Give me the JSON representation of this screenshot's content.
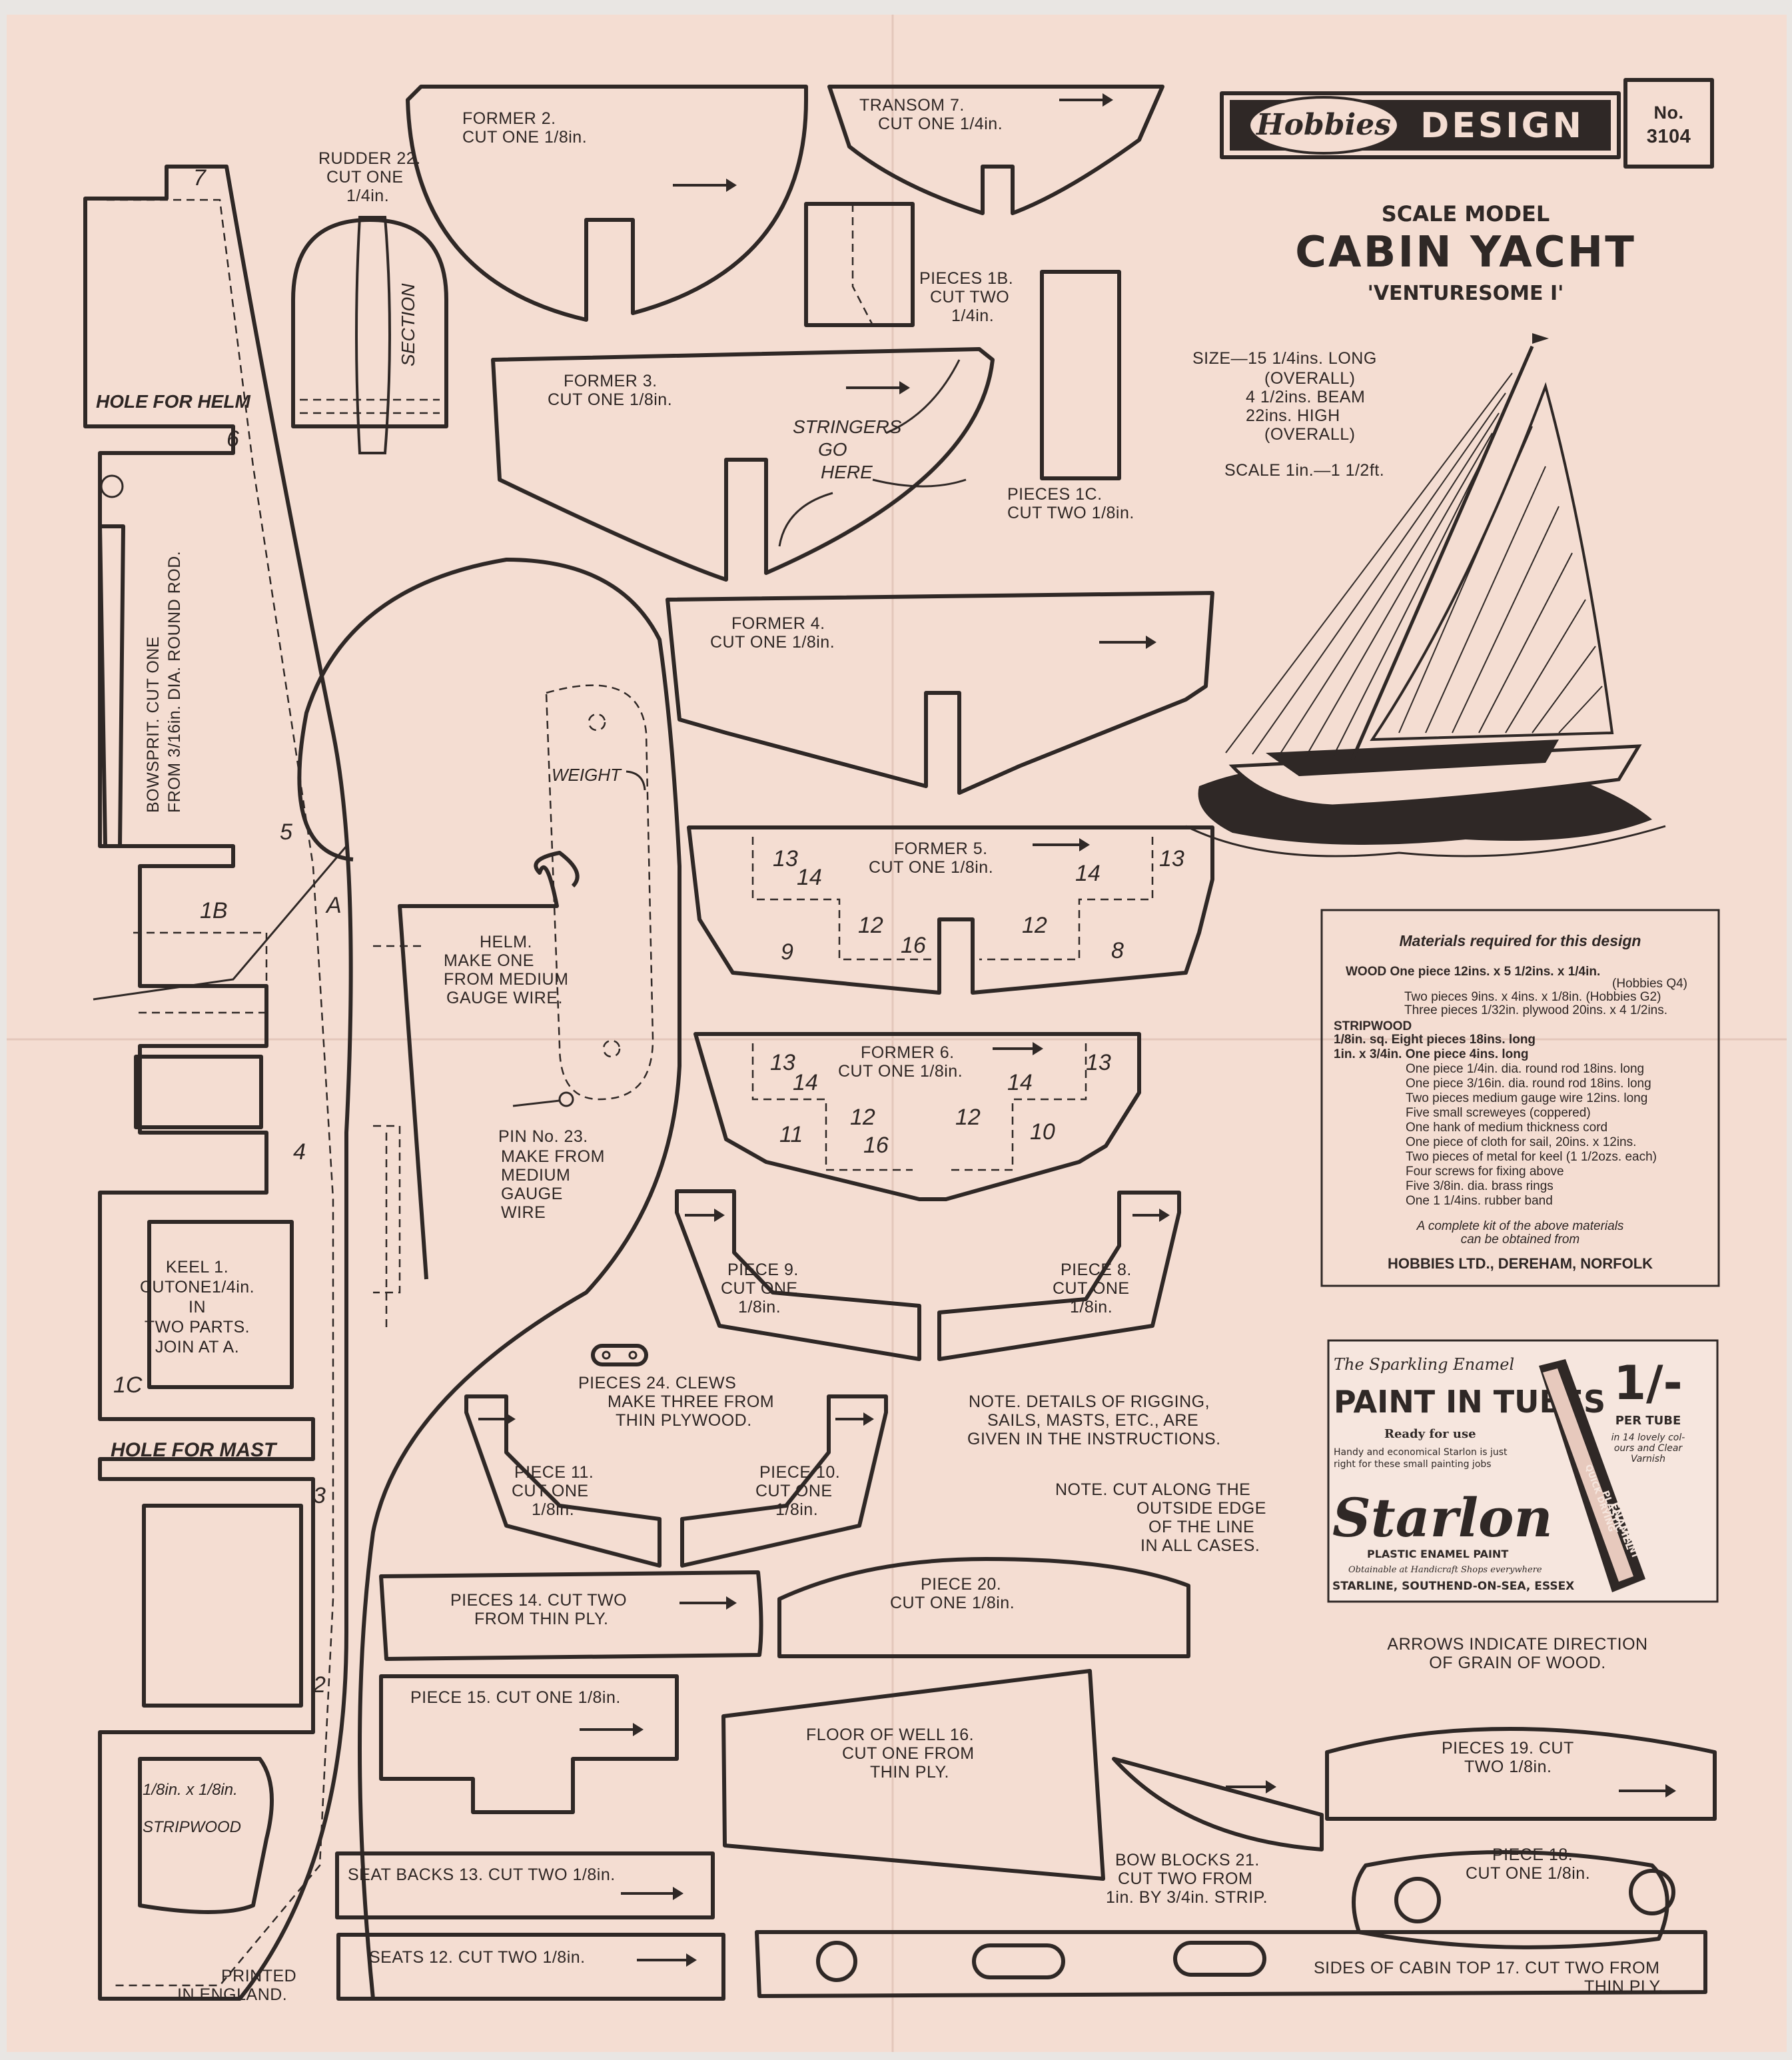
{
  "header": {
    "logo_text": "Hobbies",
    "design_label": "DESIGN",
    "number_label": "No.",
    "number": "3104",
    "scale_model": "SCALE MODEL",
    "title": "CABIN YACHT",
    "subtitle": "'VENTURESOME I'"
  },
  "specs": {
    "size_line1": "SIZE—15 1/4ins. LONG",
    "size_line2": "(OVERALL)",
    "beam": "4 1/2ins. BEAM",
    "high": "22ins. HIGH",
    "high_note": "(OVERALL)",
    "scale": "SCALE 1in.—1 1/2ft."
  },
  "parts": {
    "former2": [
      "FORMER 2.",
      "CUT ONE 1/8in."
    ],
    "transom7": [
      "TRANSOM 7.",
      "CUT ONE 1/4in."
    ],
    "rudder22": [
      "RUDDER 22.",
      "CUT ONE",
      "1/4in."
    ],
    "section": "SECTION",
    "pieces1b": [
      "PIECES 1B.",
      "CUT TWO",
      "1/4in."
    ],
    "former3": [
      "FORMER 3.",
      "CUT ONE 1/8in."
    ],
    "stringers": [
      "STRINGERS",
      "GO",
      "HERE"
    ],
    "pieces1c": [
      "PIECES 1C.",
      "CUT TWO 1/8in."
    ],
    "hole_helm": "HOLE FOR HELM",
    "bowsprit": [
      "BOWSPRIT.  CUT ONE",
      "FROM 3/16in. DIA. ROUND ROD."
    ],
    "former4": [
      "FORMER 4.",
      "CUT ONE 1/8in."
    ],
    "weight": "WEIGHT",
    "former5": [
      "FORMER 5.",
      "CUT ONE 1/8in."
    ],
    "helm": [
      "HELM.",
      "MAKE ONE",
      "FROM MEDIUM",
      "GAUGE WIRE."
    ],
    "former6": [
      "FORMER 6.",
      "CUT ONE 1/8in."
    ],
    "pin23": [
      "PIN No. 23.",
      "MAKE FROM",
      "MEDIUM",
      "GAUGE",
      "WIRE"
    ],
    "keel1": [
      "KEEL 1.",
      "CUTONE1/4in.",
      "IN",
      "TWO PARTS.",
      "JOIN AT A."
    ],
    "piece9": [
      "PIECE 9.",
      "CUT ONE",
      "1/8in."
    ],
    "piece8": [
      "PIECE 8.",
      "CUT ONE",
      "1/8in."
    ],
    "clews24": [
      "PIECES 24. CLEWS",
      "MAKE THREE FROM",
      "THIN PLYWOOD."
    ],
    "hole_mast": "HOLE FOR MAST",
    "piece11": [
      "PIECE 11.",
      "CUT ONE",
      "1/8in."
    ],
    "piece10": [
      "PIECE 10.",
      "CUT ONE",
      "1/8in."
    ],
    "pieces14": [
      "PIECES 14.  CUT TWO",
      "FROM THIN PLY."
    ],
    "piece20": [
      "PIECE 20.",
      "CUT ONE 1/8in."
    ],
    "piece15": "PIECE 15.  CUT ONE 1/8in.",
    "floor16": [
      "FLOOR OF WELL 16.",
      "CUT ONE FROM",
      "THIN PLY."
    ],
    "pieces19": [
      "PIECES 19.  CUT",
      "TWO 1/8in."
    ],
    "stripwood": [
      "1/8in. x 1/8in.",
      "STRIPWOOD"
    ],
    "seat_backs13": "SEAT BACKS 13.  CUT TWO 1/8in.",
    "bow_blocks21": [
      "BOW BLOCKS 21.",
      "CUT TWO FROM",
      "1in. BY 3/4in. STRIP."
    ],
    "piece18": [
      "PIECE 18.",
      "CUT ONE 1/8in."
    ],
    "seats12": "SEATS 12.  CUT TWO 1/8in.",
    "sides17": [
      "SIDES OF CABIN TOP 17.  CUT TWO FROM",
      "THIN PLY."
    ],
    "printed": [
      "PRINTED",
      "IN ENGLAND."
    ]
  },
  "notes": {
    "rigging": [
      "NOTE.  DETAILS OF RIGGING,",
      "SAILS, MASTS, ETC., ARE",
      "GIVEN IN THE INSTRUCTIONS."
    ],
    "cut": [
      "NOTE. CUT ALONG THE",
      "OUTSIDE EDGE",
      "OF THE LINE",
      "IN ALL CASES."
    ],
    "arrows": [
      "ARROWS INDICATE DIRECTION",
      "OF GRAIN OF WOOD."
    ]
  },
  "keel_marks": [
    "7",
    "6",
    "5",
    "1B",
    "4",
    "1C",
    "3",
    "2",
    "A"
  ],
  "former_marks": [
    "13",
    "14",
    "12",
    "16",
    "9",
    "8",
    "11",
    "10"
  ],
  "materials": {
    "heading": "Materials required for this design",
    "lines": [
      "WOOD  One piece 12ins. x 5 1/2ins. x 1/4in.",
      "(Hobbies Q4)",
      "Two pieces 9ins. x 4ins. x 1/8in. (Hobbies G2)",
      "Three pieces 1/32in. plywood 20ins. x 4 1/2ins.",
      "STRIPWOOD",
      "1/8in. sq.    Eight pieces 18ins. long",
      "1in. x 3/4in.  One piece 4ins. long",
      "One piece 1/4in. dia. round rod 18ins. long",
      "One piece 3/16in. dia. round rod 18ins. long",
      "Two pieces medium gauge wire 12ins. long",
      "Five small screweyes (coppered)",
      "One hank of medium thickness cord",
      "One piece of cloth for sail, 20ins. x 12ins.",
      "Two pieces of metal for keel (1 1/2ozs. each)",
      "Four screws for fixing above",
      "Five 3/8in. dia. brass rings",
      "One 1 1/4ins. rubber band"
    ],
    "kit_note": [
      "A complete kit of the above materials",
      "can be obtained from"
    ],
    "supplier": "HOBBIES  LTD.,  DEREHAM,  NORFOLK"
  },
  "advert": {
    "tagline": "The Sparkling Enamel",
    "headline": "PAINT IN TUBES",
    "ready": "Ready for use",
    "desc": [
      "Handy and economical Starlon is just",
      "right for these small painting jobs"
    ],
    "price": "1/-",
    "per_tube": "PER TUBE",
    "colours": [
      "in 14 lovely col-",
      "ours and Clear",
      "Varnish"
    ],
    "brand": "Starlon",
    "product": "PLASTIC ENAMEL PAINT",
    "obtainable": "Obtainable at Handicraft Shops everywhere",
    "address": "STARLINE, SOUTHEND-ON-SEA, ESSEX",
    "tube_text": [
      "QUICK DRYING",
      "PLASTIC",
      "ENAMEL",
      "PAINT"
    ]
  },
  "colors": {
    "paper": "#f4ddd2",
    "ink": "#2f2826",
    "background": "#e9e6e3"
  }
}
